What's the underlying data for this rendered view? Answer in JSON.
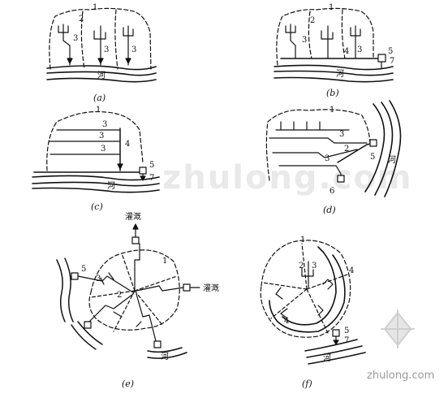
{
  "watermark": {
    "text": "zhulong.com",
    "corner_text": "zhulong.com"
  },
  "panels": [
    {
      "id": "a",
      "caption": "(a)",
      "river": "河",
      "numbers": [
        "1",
        "2",
        "3",
        "3",
        "3"
      ]
    },
    {
      "id": "b",
      "caption": "(b)",
      "river": "河",
      "numbers": [
        "1",
        "2",
        "3",
        "3",
        "4",
        "5",
        "7"
      ]
    },
    {
      "id": "c",
      "caption": "(c)",
      "river": "河",
      "numbers": [
        "1",
        "3",
        "3",
        "3",
        "4",
        "5",
        "7"
      ]
    },
    {
      "id": "d",
      "caption": "(d)",
      "river": "河",
      "numbers": [
        "1",
        "3",
        "3",
        "2",
        "5",
        "6"
      ]
    },
    {
      "id": "e",
      "caption": "(e)",
      "river": "河",
      "irrigation_top": "灌溉",
      "irrigation_right": "灌溉",
      "numbers": [
        "1",
        "2",
        "3",
        "5"
      ]
    },
    {
      "id": "f",
      "caption": "(f)",
      "river": "河",
      "numbers": [
        "1",
        "2",
        "3",
        "4",
        "4",
        "5",
        "7"
      ]
    }
  ]
}
